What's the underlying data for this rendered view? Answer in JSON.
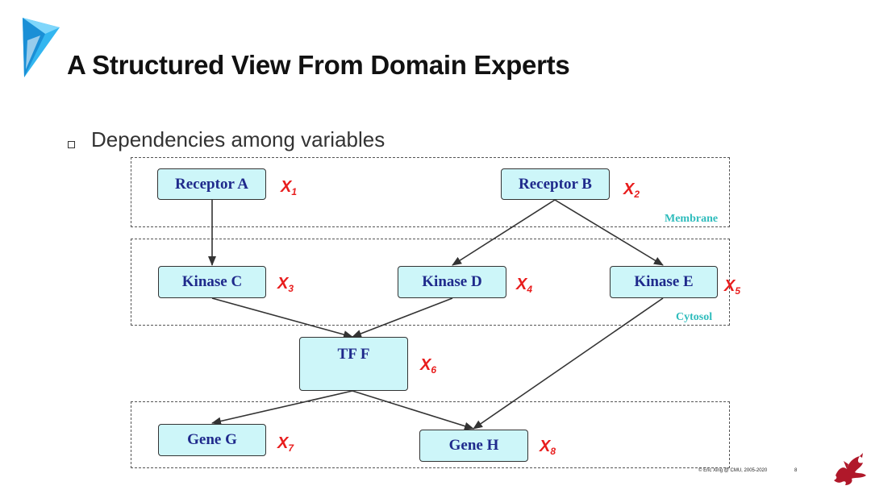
{
  "slide": {
    "title": "A Structured View From Domain Experts",
    "bullet": "Dependencies among variables",
    "footer": "© Eric Xing @ CMU, 2005-2020",
    "page_number": "8"
  },
  "regions": {
    "membrane": "Membrane",
    "cytosol": "Cytosol"
  },
  "nodes": [
    {
      "id": "receptor-a",
      "label": "Receptor A",
      "var": "X",
      "sub": "1"
    },
    {
      "id": "receptor-b",
      "label": "Receptor B",
      "var": "X",
      "sub": "2"
    },
    {
      "id": "kinase-c",
      "label": "Kinase C",
      "var": "X",
      "sub": "3"
    },
    {
      "id": "kinase-d",
      "label": "Kinase D",
      "var": "X",
      "sub": "4"
    },
    {
      "id": "kinase-e",
      "label": "Kinase E",
      "var": "X",
      "sub": "5"
    },
    {
      "id": "tf-f",
      "label": "TF F",
      "var": "X",
      "sub": "6"
    },
    {
      "id": "gene-g",
      "label": "Gene G",
      "var": "X",
      "sub": "7"
    },
    {
      "id": "gene-h",
      "label": "Gene H",
      "var": "X",
      "sub": "8"
    }
  ],
  "edges": [
    {
      "from": "Receptor A",
      "to": "Kinase C"
    },
    {
      "from": "Receptor B",
      "to": "Kinase D"
    },
    {
      "from": "Receptor B",
      "to": "Kinase E"
    },
    {
      "from": "Kinase C",
      "to": "TF F"
    },
    {
      "from": "Kinase D",
      "to": "TF F"
    },
    {
      "from": "Kinase E",
      "to": "Gene H"
    },
    {
      "from": "TF F",
      "to": "Gene G"
    },
    {
      "from": "TF F",
      "to": "Gene H"
    }
  ],
  "colors": {
    "node_fill": "#cdf6f9",
    "node_text": "#1f2a8c",
    "variable_label": "#e81d1d",
    "region_label": "#2fbcbc"
  }
}
